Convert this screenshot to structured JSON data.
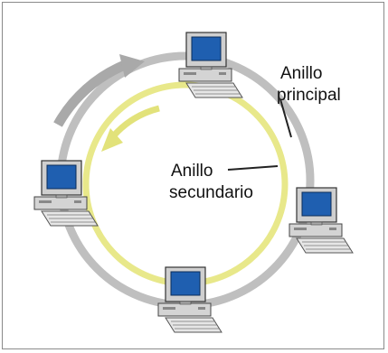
{
  "diagram": {
    "label_primary_line1": "Anillo",
    "label_primary_line2": "principal",
    "label_secondary_line1": "Anillo",
    "label_secondary_line2": "secundario",
    "colors": {
      "primary_ring": "#bfbfbf",
      "secondary_ring": "#e8e88a",
      "primary_arrow": "#a9a9a9",
      "secondary_arrow": "#e2e27a",
      "computer_case": "#d9d9d9",
      "screen": "#1f5fb0",
      "border": "#8a8a8a"
    },
    "nodes": [
      {
        "icon": "desktop-computer-icon"
      },
      {
        "icon": "desktop-computer-icon"
      },
      {
        "icon": "desktop-computer-icon"
      },
      {
        "icon": "desktop-computer-icon"
      }
    ]
  }
}
